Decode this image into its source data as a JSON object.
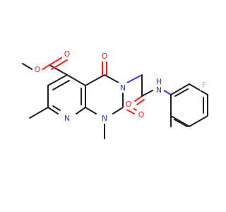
{
  "molecule": {
    "atoms": {
      "O_ester_carbonyl": "O",
      "O_ester_methoxy": "O",
      "O_ring_top": "O",
      "O_ring_bottom": "O",
      "O_amide": "O",
      "N_pyridine": "N",
      "N_methyl": "N",
      "N_imide": "N",
      "NH_amide": "N",
      "H_amide": "H",
      "F": "F"
    },
    "colors": {
      "carbon": "#202020",
      "oxygen": "#ff1f1f",
      "nitrogen": "#2c3cf0",
      "fluorine": "#8fcf6a",
      "background": "#ffffff"
    }
  }
}
